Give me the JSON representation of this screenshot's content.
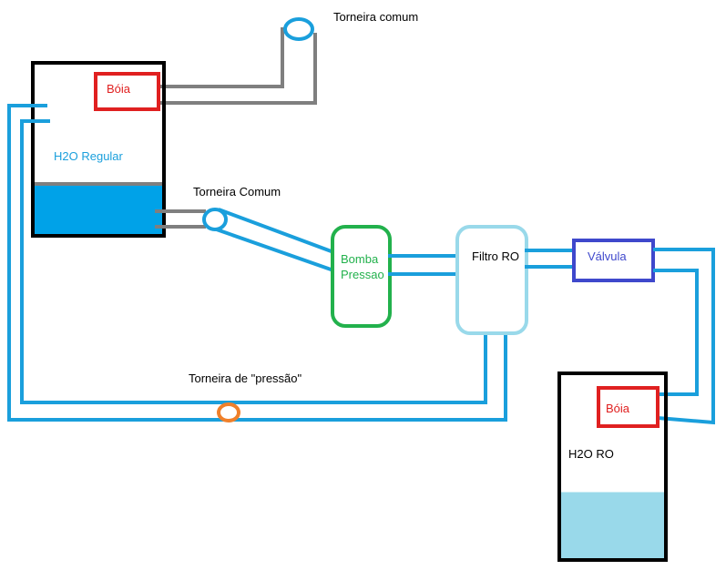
{
  "labels": {
    "faucet_top": "Torneira comum",
    "float_left": "Bóia",
    "h2o_regular": "H2O Regular",
    "faucet_mid": "Torneira Comum",
    "pump_line1": "Bomba",
    "pump_line2": "Pressao",
    "filter": "Filtro RO",
    "valve": "Válvula",
    "pressure_faucet": "Torneira de \"pressão\"",
    "float_right": "Bóia",
    "h2o_ro": "H2O RO"
  },
  "colors": {
    "pipe_blue": "#1a9fdc",
    "pipe_gray": "#7f7f7f",
    "tank_border": "#000000",
    "regular_water": "#00a2e8",
    "ro_water": "#99d9ea",
    "float_red": "#e02020",
    "pump_green": "#22b14c",
    "filter_lightblue": "#99d9ea",
    "valve_indigo": "#3f48cc",
    "pressure_faucet_orange": "#f0802a"
  }
}
